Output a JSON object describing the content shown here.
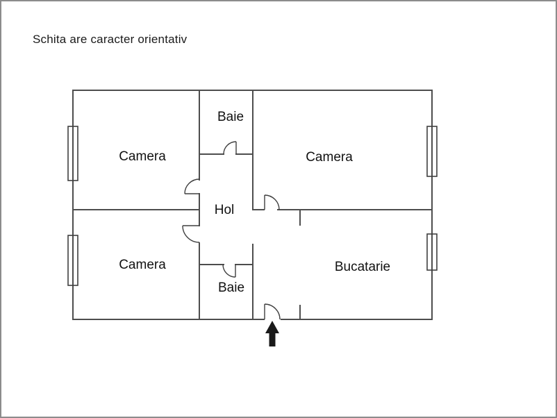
{
  "title": "Schita are caracter orientativ",
  "rooms": {
    "camera_top_left": "Camera",
    "baie_top": "Baie",
    "camera_top_right": "Camera",
    "hol": "Hol",
    "camera_bottom_left": "Camera",
    "baie_bottom": "Baie",
    "bucatarie": "Bucatarie"
  },
  "icons": {
    "entrance_arrow": "up-arrow-entrance-marker"
  },
  "colors": {
    "wall": "#4d4d4d",
    "door": "#3f3f3f",
    "text": "#111111",
    "arrow": "#1a1a1a",
    "frame_border": "#8c8c8c",
    "background": "#ffffff"
  }
}
